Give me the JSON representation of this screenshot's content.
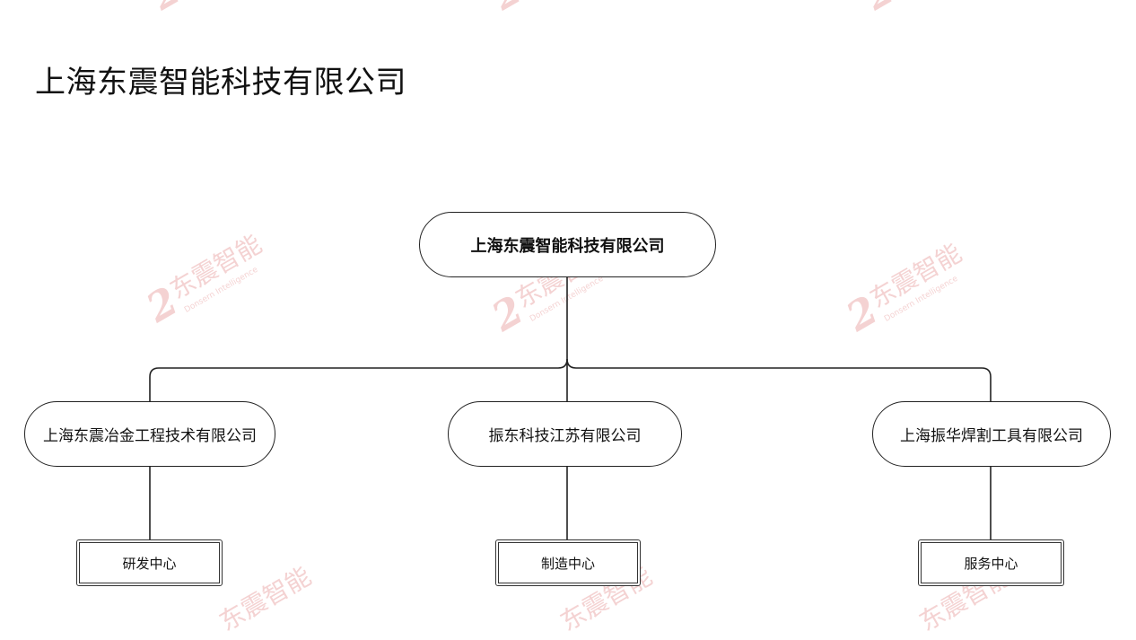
{
  "page": {
    "title": "上海东震智能科技有限公司"
  },
  "watermark": {
    "cn_text": "东震智能",
    "en_text": "Donsern Intelligence",
    "color": "#e8a4a4"
  },
  "org": {
    "root": "上海东震智能科技有限公司",
    "subsidiaries": [
      {
        "name": "上海东震冶金工程技术有限公司",
        "dept": "研发中心"
      },
      {
        "name": "振东科技江苏有限公司",
        "dept": "制造中心"
      },
      {
        "name": "上海振华焊割工具有限公司",
        "dept": "服务中心"
      }
    ]
  },
  "colors": {
    "line": "#222222",
    "border": "#222222"
  }
}
